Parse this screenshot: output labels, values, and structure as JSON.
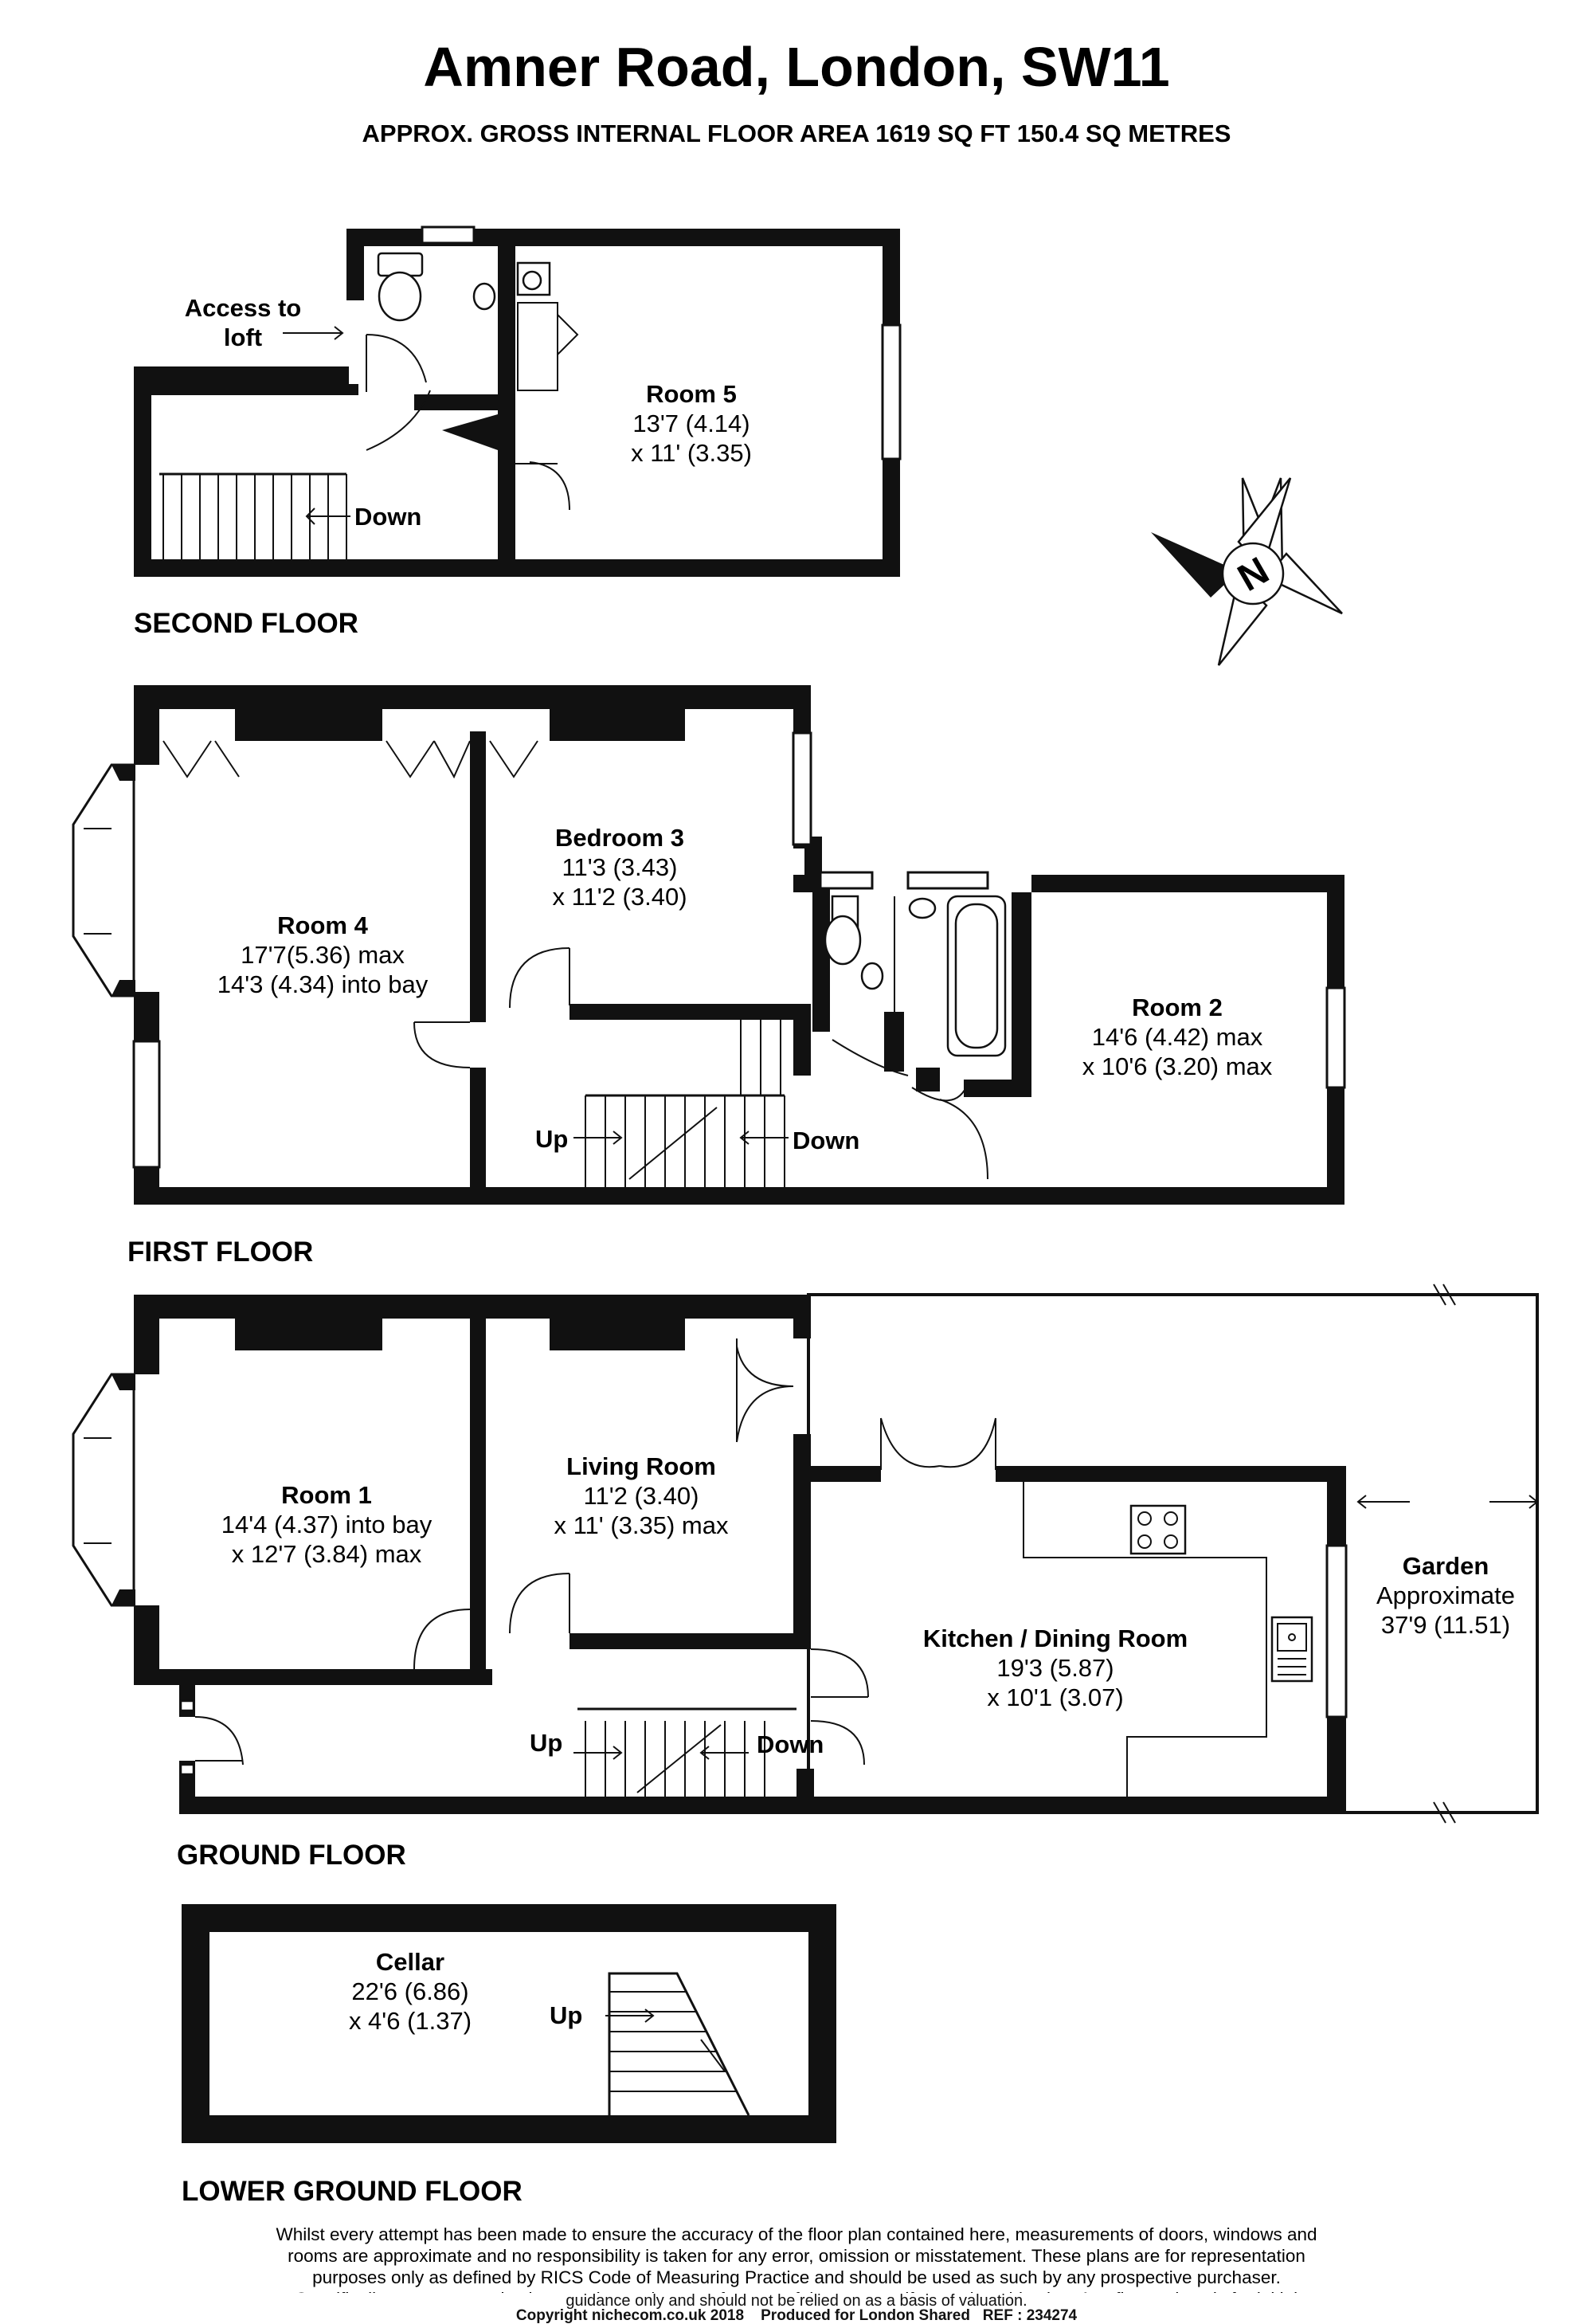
{
  "header": {
    "title": "Amner Road, London, SW11",
    "subtitle": "APPROX. GROSS INTERNAL FLOOR AREA 1619 SQ FT 150.4 SQ METRES"
  },
  "second_floor": {
    "heading": "SECOND FLOOR",
    "access_line1": "Access to",
    "access_line2": "loft",
    "down": "Down",
    "room5": {
      "name": "Room 5",
      "dim1": "13'7 (4.14)",
      "dim2": "x 11' (3.35)"
    }
  },
  "first_floor": {
    "heading": "FIRST FLOOR",
    "up": "Up",
    "down": "Down",
    "room4": {
      "name": "Room 4",
      "dim1": "17'7(5.36) max",
      "dim2": "14'3 (4.34) into bay"
    },
    "bedroom3": {
      "name": "Bedroom 3",
      "dim1": "11'3 (3.43)",
      "dim2": "x 11'2 (3.40)"
    },
    "room2": {
      "name": "Room 2",
      "dim1": "14'6 (4.42) max",
      "dim2": "x 10'6 (3.20) max"
    }
  },
  "ground_floor": {
    "heading": "GROUND FLOOR",
    "up": "Up",
    "down": "Down",
    "room1": {
      "name": "Room 1",
      "dim1": "14'4 (4.37) into bay",
      "dim2": "x 12'7 (3.84) max"
    },
    "living": {
      "name": "Living Room",
      "dim1": "11'2 (3.40)",
      "dim2": "x 11' (3.35) max"
    },
    "kitchen": {
      "name": "Kitchen / Dining Room",
      "dim1": "19'3 (5.87)",
      "dim2": "x 10'1 (3.07)"
    },
    "garden": {
      "name": "Garden",
      "dim1": "Approximate",
      "dim2": "37'9 (11.51)"
    }
  },
  "lower_ground_floor": {
    "heading": "LOWER GROUND FLOOR",
    "up": "Up",
    "cellar": {
      "name": "Cellar",
      "dim1": "22'6 (6.86)",
      "dim2": "x 4'6 (1.37)"
    }
  },
  "compass": {
    "letter": "N"
  },
  "disclaimer": {
    "line1": "Whilst every attempt has been made to ensure the accuracy of the floor plan contained here, measurements of doors, windows and",
    "line2": "rooms are approximate and no responsibility is taken for any error, omission or misstatement. These plans are for representation",
    "line3": "purposes only as defined by RICS Code of Measuring Practice and should be used as such by any prospective purchaser.",
    "line4": "Specifically no guarantee is given on the total square footage of the property if quoted on this plan. Any figure given is for initial",
    "line5": "guidance only and should not be relied on as a basis of valuation."
  },
  "footer": "Copyright nichecom.co.uk 2018    Produced for London Shared   REF : 234274"
}
